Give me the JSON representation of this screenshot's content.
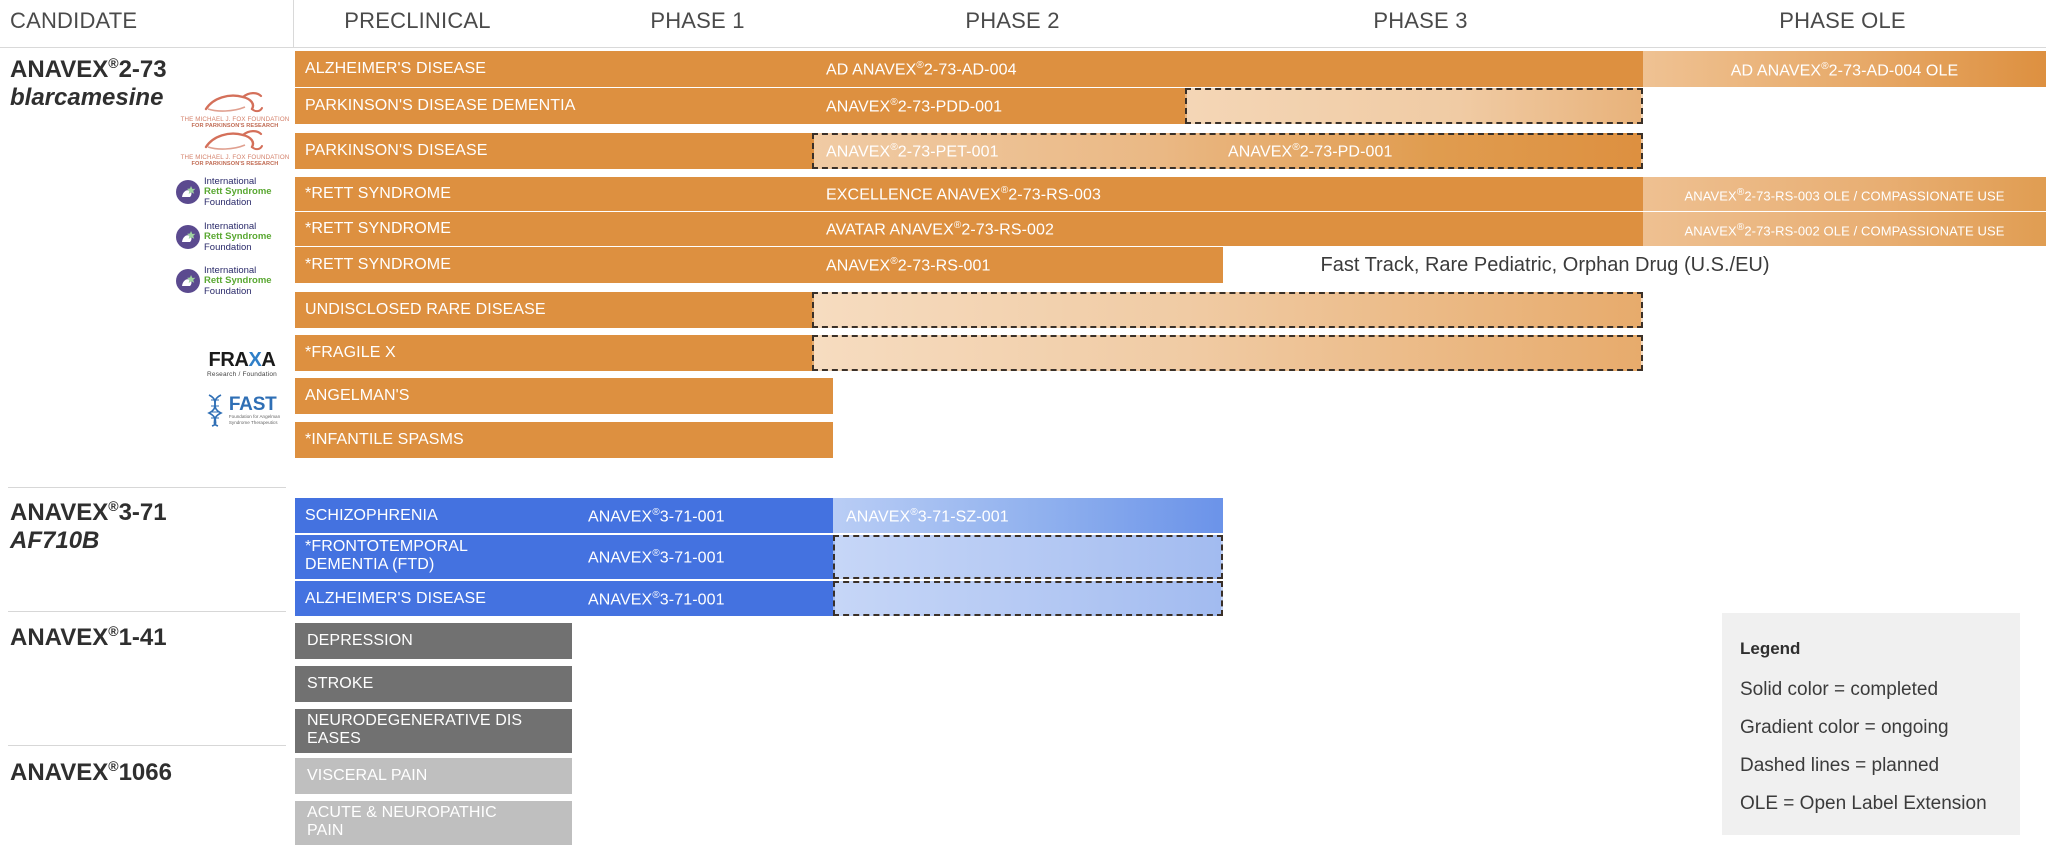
{
  "header": {
    "candidate": "CANDIDATE",
    "phases": [
      "PRECLINICAL",
      "PHASE 1",
      "PHASE 2",
      "PHASE 3",
      "PHASE OLE"
    ]
  },
  "groups": [
    {
      "name": "ANAVEX®2-73",
      "sub": "blarcamesine",
      "color": "#dd9040"
    },
    {
      "name": "ANAVEX®3-71",
      "sub": "AF710B",
      "color": "#4472e0"
    },
    {
      "name": "ANAVEX®1-41",
      "sub": "",
      "color": "#717171"
    },
    {
      "name": "ANAVEX®1066",
      "sub": "",
      "color": "#bfbfbf"
    }
  ],
  "rows": [
    {
      "indication": "ALZHEIMER'S DISEASE",
      "logo": "",
      "segments": [
        {
          "label": "AD ANAVEX®2-73-AD-004",
          "style": "solid-orange"
        },
        {
          "label": "AD ANAVEX®2-73-AD-004 OLE",
          "style": "gradient-orange"
        }
      ]
    },
    {
      "indication": "PARKINSON'S DISEASE DEMENTIA",
      "logo": "michael-j-fox-foundation",
      "segments": [
        {
          "label": "ANAVEX®2-73-PDD-001",
          "style": "solid-orange"
        },
        {
          "label": "",
          "style": "gradient-orange-dashed"
        }
      ]
    },
    {
      "indication": "PARKINSON'S DISEASE",
      "logo": "michael-j-fox-foundation",
      "segments": [
        {
          "label": "ANAVEX®2-73-PET-001",
          "style": "solid-orange"
        },
        {
          "label": "ANAVEX®2-73-PD-001",
          "style": "gradient-orange-dashed"
        }
      ]
    },
    {
      "indication": "*RETT SYNDROME",
      "logo": "international-rett-syndrome-foundation",
      "segments": [
        {
          "label": "EXCELLENCE ANAVEX®2-73-RS-003",
          "style": "solid-orange"
        },
        {
          "label": "ANAVEX®2-73-RS-003 OLE / COMPASSIONATE USE",
          "style": "gradient-orange"
        }
      ]
    },
    {
      "indication": "*RETT SYNDROME",
      "logo": "international-rett-syndrome-foundation",
      "segments": [
        {
          "label": "AVATAR ANAVEX®2-73-RS-002",
          "style": "solid-orange"
        },
        {
          "label": "ANAVEX®2-73-RS-002 OLE / COMPASSIONATE USE",
          "style": "gradient-orange"
        }
      ]
    },
    {
      "indication": "*RETT SYNDROME",
      "logo": "international-rett-syndrome-foundation",
      "segments": [
        {
          "label": "ANAVEX®2-73-RS-001",
          "style": "solid-orange"
        }
      ],
      "note": "Fast Track, Rare Pediatric, Orphan Drug (U.S./EU)"
    },
    {
      "indication": "UNDISCLOSED RARE DISEASE",
      "logo": "",
      "segments": [
        {
          "label": "",
          "style": "solid-orange"
        },
        {
          "label": "",
          "style": "gradient-orange-dashed"
        }
      ]
    },
    {
      "indication": "*FRAGILE X",
      "logo": "fraxa-research-foundation",
      "segments": [
        {
          "label": "",
          "style": "solid-orange"
        },
        {
          "label": "",
          "style": "gradient-orange-dashed"
        }
      ]
    },
    {
      "indication": "ANGELMAN'S",
      "logo": "fast-foundation",
      "segments": [
        {
          "label": "",
          "style": "solid-orange"
        }
      ]
    },
    {
      "indication": "*INFANTILE SPASMS",
      "logo": "",
      "segments": [
        {
          "label": "",
          "style": "solid-orange"
        }
      ]
    },
    {
      "indication": "SCHIZOPHRENIA",
      "logo": "",
      "segments": [
        {
          "label": "ANAVEX®3-71-001",
          "style": "solid-blue"
        },
        {
          "label": "ANAVEX®3-71-SZ-001",
          "style": "gradient-blue"
        }
      ]
    },
    {
      "indication": "*FRONTOTEMPORAL DEMENTIA (FTD)",
      "logo": "",
      "segments": [
        {
          "label": "ANAVEX®3-71-001",
          "style": "solid-blue"
        },
        {
          "label": "",
          "style": "gradient-blue-dashed"
        }
      ]
    },
    {
      "indication": "ALZHEIMER'S DISEASE",
      "logo": "",
      "segments": [
        {
          "label": "ANAVEX®3-71-001",
          "style": "solid-blue"
        },
        {
          "label": "",
          "style": "gradient-blue-dashed"
        }
      ]
    },
    {
      "indication": "DEPRESSION",
      "logo": "",
      "segments": [
        {
          "label": "",
          "style": "solid-darkgray"
        }
      ]
    },
    {
      "indication": "STROKE",
      "logo": "",
      "segments": [
        {
          "label": "",
          "style": "solid-darkgray"
        }
      ]
    },
    {
      "indication": "NEURODEGENERATIVE  DISEASES",
      "logo": "",
      "segments": [
        {
          "label": "",
          "style": "solid-darkgray"
        }
      ]
    },
    {
      "indication": "VISCERAL PAIN",
      "logo": "",
      "segments": [
        {
          "label": "",
          "style": "solid-lightgray"
        }
      ]
    },
    {
      "indication": "ACUTE & NEUROPATHIC PAIN",
      "logo": "",
      "segments": [
        {
          "label": "",
          "style": "solid-lightgray"
        }
      ]
    }
  ],
  "legend": {
    "title": "Legend",
    "items": [
      "Solid color = completed",
      "Gradient color = ongoing",
      "Dashed lines = planned",
      "OLE = Open Label Extension"
    ]
  },
  "logos": {
    "mjff_line1": "THE MICHAEL J. FOX FOUNDATION",
    "mjff_line2": "FOR PARKINSON'S RESEARCH",
    "irsf_line1": "International",
    "irsf_line2": "Rett Syndrome",
    "irsf_line3": "Foundation",
    "fraxa_word": "FRAXA",
    "fraxa_tag": "Research  /  Foundation",
    "fast_word": "FAST",
    "fast_tag": "Foundation for Angelman\nSyndrome Therapeutics"
  },
  "colors": {
    "orange": "#dd9040",
    "orange_light": "#f2d3b0",
    "blue": "#4472e0",
    "blue_light": "#c3d3f5",
    "dark_gray": "#717171",
    "light_gray": "#bfbfbf",
    "dash": "#3a3028",
    "legend_bg": "#f0f0f0"
  }
}
